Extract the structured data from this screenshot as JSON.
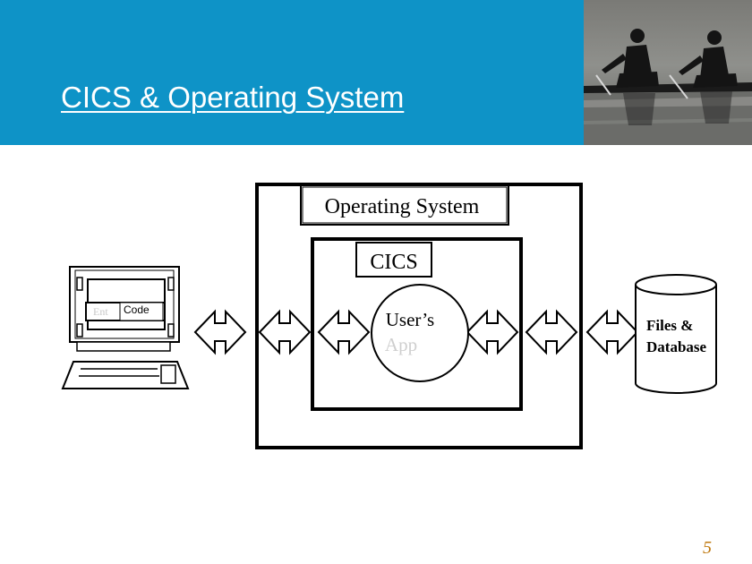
{
  "slide": {
    "title": "CICS & Operating System",
    "page_number": "5",
    "colors": {
      "banner": "#0e93c7",
      "title_text": "#ffffff",
      "page_number": "#c07a10"
    }
  },
  "photo": {
    "subject": "rowers-silhouette-photo"
  },
  "diagram": {
    "terminal_label": "Code",
    "terminal_faint_label": "Ent",
    "os_label": "Operating System",
    "cics_label": "CICS",
    "app_label_line1": "User’s",
    "app_label_line2": "App",
    "database_label_line1": "Files &",
    "database_label_line2": "Database"
  }
}
